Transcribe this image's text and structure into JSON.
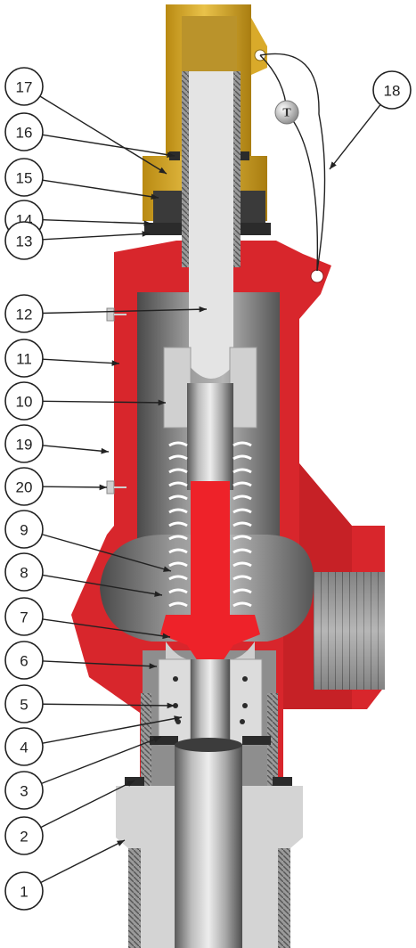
{
  "colors": {
    "body_red": "#d8262c",
    "body_dark_red": "#b81d22",
    "brass": "#d9aa2a",
    "steel_light": "#d4d4d4",
    "steel_dark": "#6f6f6f",
    "spring_red": "#ee2229",
    "seal_black": "#2b2b2b",
    "callout_stroke": "#222222"
  },
  "tag": {
    "label": "T"
  },
  "callouts": [
    {
      "id": "17",
      "label": "17"
    },
    {
      "id": "16",
      "label": "16"
    },
    {
      "id": "15",
      "label": "15"
    },
    {
      "id": "14",
      "label": "14"
    },
    {
      "id": "13",
      "label": "13"
    },
    {
      "id": "12",
      "label": "12"
    },
    {
      "id": "11",
      "label": "11"
    },
    {
      "id": "10",
      "label": "10"
    },
    {
      "id": "19",
      "label": "19"
    },
    {
      "id": "20",
      "label": "20"
    },
    {
      "id": "9",
      "label": "9"
    },
    {
      "id": "8",
      "label": "8"
    },
    {
      "id": "7",
      "label": "7"
    },
    {
      "id": "6",
      "label": "6"
    },
    {
      "id": "5",
      "label": "5"
    },
    {
      "id": "4",
      "label": "4"
    },
    {
      "id": "3",
      "label": "3"
    },
    {
      "id": "2",
      "label": "2"
    },
    {
      "id": "1",
      "label": "1"
    },
    {
      "id": "18",
      "label": "18"
    }
  ]
}
